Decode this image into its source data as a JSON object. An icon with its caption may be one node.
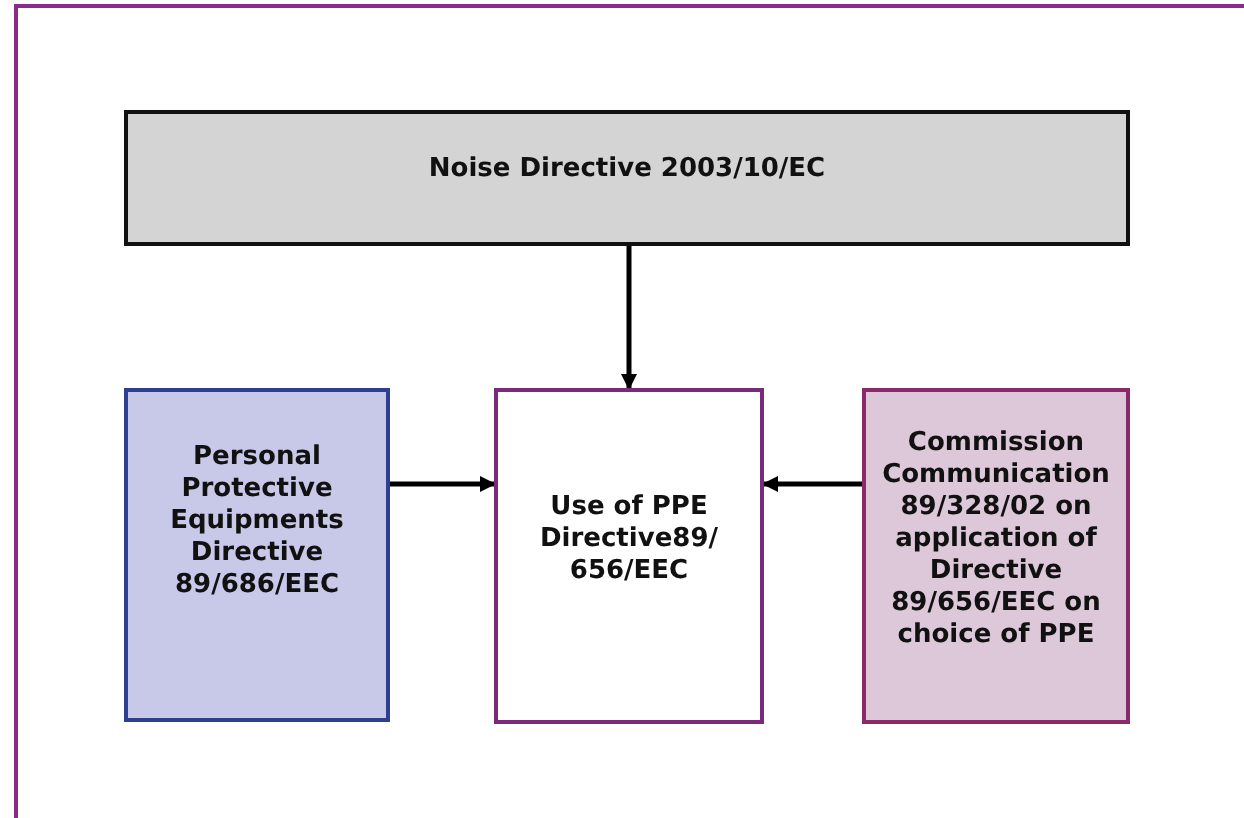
{
  "diagram": {
    "nodes": [
      {
        "text": [
          "Noise Directive 2003/10/EC"
        ]
      },
      {
        "text": [
          "Personal Protective Equipments Directive 89/686/EEC"
        ]
      },
      {
        "text": [
          "Use of PPE Directive89/656/EEC"
        ]
      },
      {
        "text": [
          "Commission Communication 89/328/02 on application of Directive 89/656/EEC on choice of PPE"
        ]
      }
    ],
    "edges": [
      {
        "from": 0,
        "to": 2,
        "arrow": "to"
      },
      {
        "from": 1,
        "to": 2,
        "arrow": "to"
      },
      {
        "from": 3,
        "to": 2,
        "arrow": "to"
      }
    ]
  }
}
